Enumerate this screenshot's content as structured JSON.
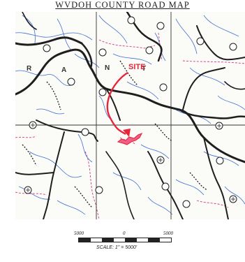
{
  "title": "WVDOH COUNTY ROAD MAP",
  "map": {
    "region_letters": [
      "R",
      "A",
      "N",
      "T"
    ],
    "site_label": "SITE",
    "colors": {
      "roads": "#1e1e1e",
      "streams": "#3f6fd0",
      "boundary": "#d23b8a",
      "site_arrow": "#e8263b",
      "grid": "#333333"
    }
  },
  "scale": {
    "ticks": [
      "5000",
      "0",
      "5000"
    ],
    "text": "SCALE:  1\" = 5000'"
  }
}
